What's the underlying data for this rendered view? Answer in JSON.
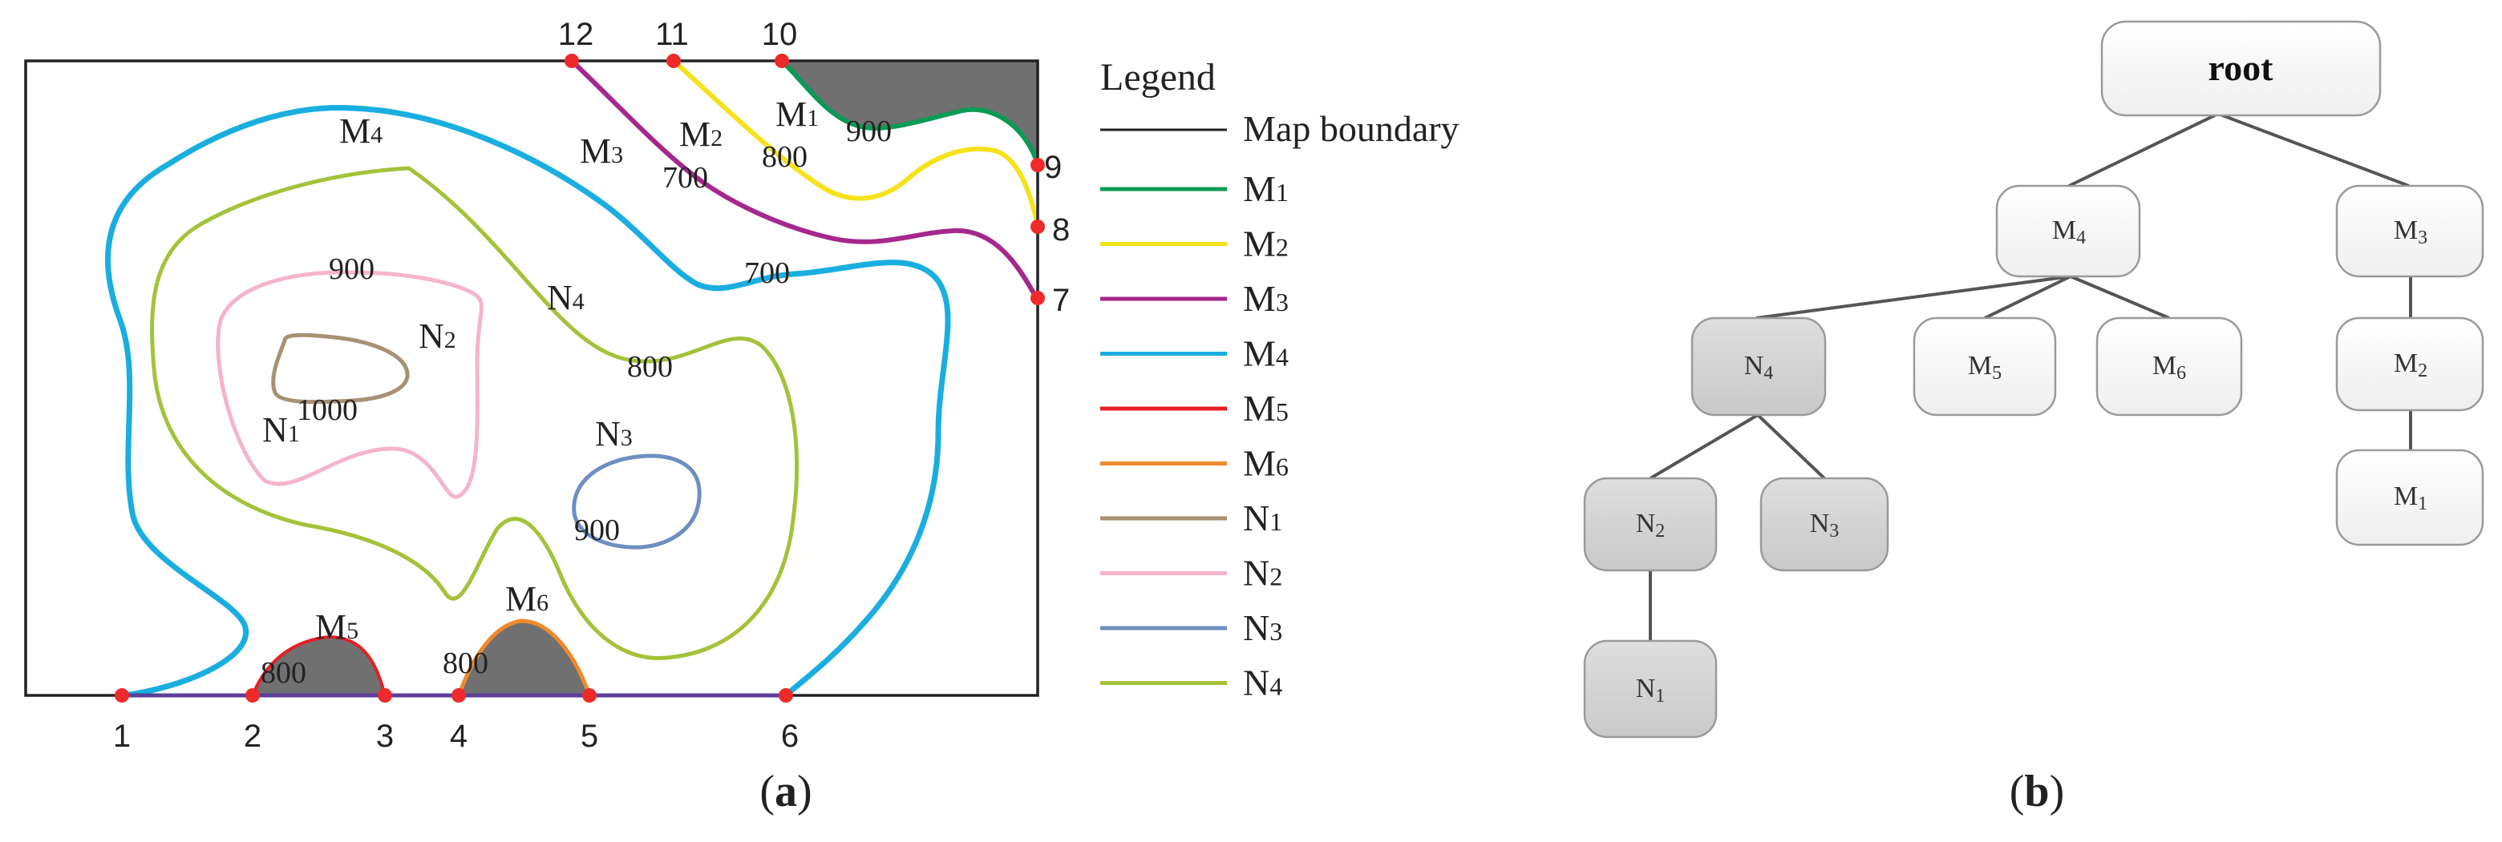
{
  "panel_a": {
    "caption_open": "(",
    "caption_letter": "a",
    "caption_close": ")",
    "boundary_points": [
      "1",
      "2",
      "3",
      "4",
      "5",
      "6",
      "7",
      "8",
      "9",
      "10",
      "11",
      "12"
    ],
    "line_labels": {
      "M1": "M1",
      "M2": "M2",
      "M3": "M3",
      "M4": "M4",
      "M5": "M5",
      "M6": "M6",
      "N1": "N1",
      "N2": "N2",
      "N3": "N3",
      "N4": "N4"
    },
    "elevations": {
      "m1_900": "900",
      "m2_800": "800",
      "m3_700": "700",
      "m4_700": "700",
      "n4_800": "800",
      "n2_900": "900",
      "n1_1000": "1000",
      "n3_900": "900",
      "m5_800": "800",
      "m6_800": "800"
    },
    "legend": {
      "title": "Legend",
      "boundary_label": "Map boundary",
      "items": [
        {
          "letter": "M",
          "sub": "1",
          "color": "#0a9a55"
        },
        {
          "letter": "M",
          "sub": "2",
          "color": "#f5e21b"
        },
        {
          "letter": "M",
          "sub": "3",
          "color": "#a5288c"
        },
        {
          "letter": "M",
          "sub": "4",
          "color": "#1aaee0"
        },
        {
          "letter": "M",
          "sub": "5",
          "color": "#e32026"
        },
        {
          "letter": "M",
          "sub": "6",
          "color": "#ef8a2a"
        },
        {
          "letter": "N",
          "sub": "1",
          "color": "#a89173"
        },
        {
          "letter": "N",
          "sub": "2",
          "color": "#f4b4cc"
        },
        {
          "letter": "N",
          "sub": "3",
          "color": "#6d8fc1"
        },
        {
          "letter": "N",
          "sub": "4",
          "color": "#a4c23a"
        }
      ]
    },
    "colors": {
      "boundary": "#222222",
      "point": "#ee2a2a",
      "fill": "#707070"
    }
  },
  "panel_b": {
    "caption_open": "(",
    "caption_letter": "b",
    "caption_close": ")",
    "root_label": "root",
    "nodes": {
      "M4": {
        "letter": "M",
        "sub": "4"
      },
      "M3": {
        "letter": "M",
        "sub": "3"
      },
      "N4": {
        "letter": "N",
        "sub": "4"
      },
      "M5": {
        "letter": "M",
        "sub": "5"
      },
      "M6": {
        "letter": "M",
        "sub": "6"
      },
      "M2": {
        "letter": "M",
        "sub": "2"
      },
      "N2": {
        "letter": "N",
        "sub": "2"
      },
      "N3": {
        "letter": "N",
        "sub": "3"
      },
      "M1": {
        "letter": "M",
        "sub": "1"
      },
      "N1": {
        "letter": "N",
        "sub": "1"
      }
    },
    "colors": {
      "white_node": "#ffffff",
      "gray_node": "#d4d4d4",
      "edge": "#555555"
    }
  }
}
